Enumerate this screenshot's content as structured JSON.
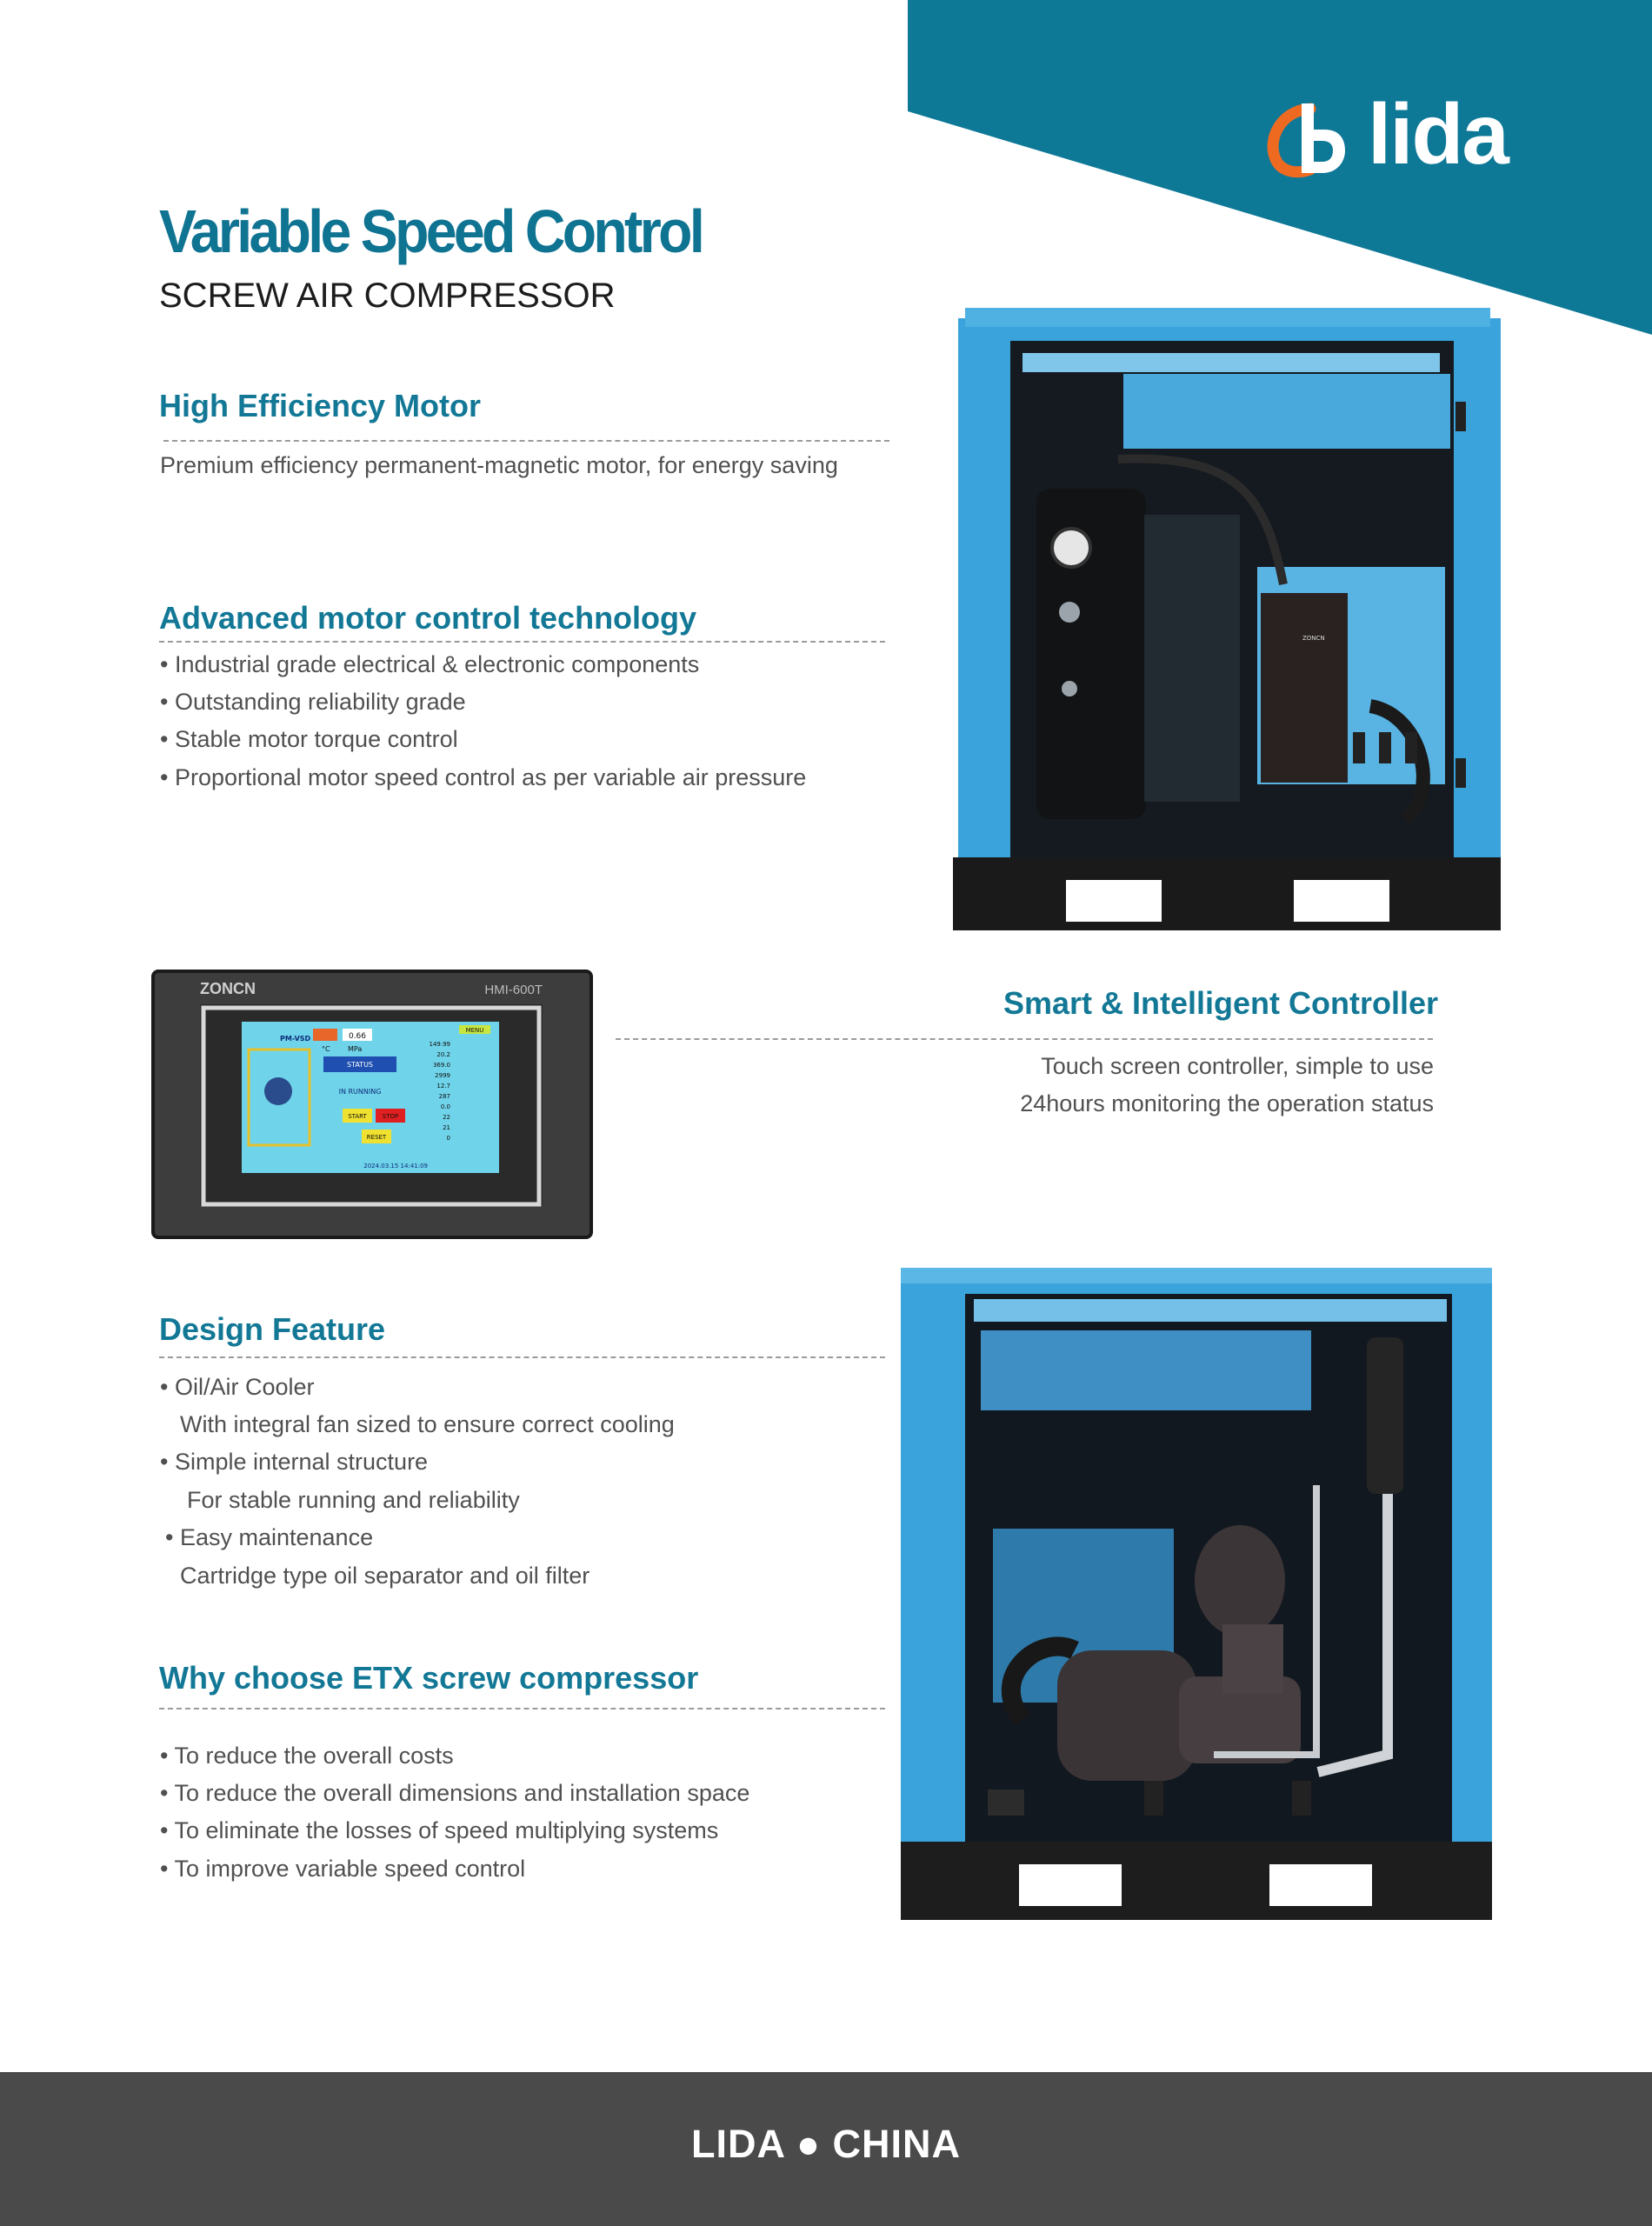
{
  "brand": {
    "logo_text": "lida"
  },
  "header": {
    "title": "Variable Speed Control",
    "subtitle": "SCREW AIR COMPRESSOR"
  },
  "motor": {
    "heading": "High Efficiency Motor",
    "lines": [
      "Premium efficiency permanent-magnetic motor, for energy saving"
    ]
  },
  "control": {
    "heading": "Advanced motor control technology",
    "lines": [
      "• Industrial grade electrical & electronic components",
      "• Outstanding reliability grade",
      "• Stable motor torque control",
      "• Proportional motor speed control as per variable air pressure"
    ]
  },
  "controller": {
    "heading": "Smart & Intelligent Controller",
    "lines": [
      "Touch screen controller, simple to use",
      "24hours monitoring the operation status"
    ],
    "hmi": {
      "brand": "ZONCN",
      "model": "HMI-600T",
      "screen_title": "PM-VSD",
      "pressure": "0.66",
      "unit_c": "°C",
      "unit_mpa": "MPa",
      "status": "STATUS",
      "running": "IN RUNNING",
      "start": "START",
      "stop": "STOP",
      "reset": "RESET",
      "menu": "MENU",
      "readings": [
        "149.99",
        "20.2",
        "369.0",
        "2999",
        "12.7",
        "287",
        "0.0",
        "22",
        "21",
        "0"
      ],
      "date": "2024.03.15 14:41:09"
    }
  },
  "design": {
    "heading": "Design Feature",
    "lines": [
      "• Oil/Air Cooler",
      "With integral fan sized to ensure correct cooling",
      "• Simple internal structure",
      "For stable running and reliability",
      "• Easy maintenance",
      "Cartridge type oil separator and oil filter"
    ]
  },
  "why": {
    "heading": "Why choose ETX screw compressor",
    "lines": [
      "• To reduce the overall costs",
      "• To reduce the overall dimensions and installation space",
      "• To eliminate the losses of speed multiplying systems",
      "• To improve variable speed control"
    ]
  },
  "vfd_label": "ZONCN",
  "footer": {
    "text": "LIDA ● CHINA"
  },
  "colors": {
    "accent": "#0e7897",
    "cabinet": "#3aa3dc",
    "footer": "#4a4a4a"
  }
}
